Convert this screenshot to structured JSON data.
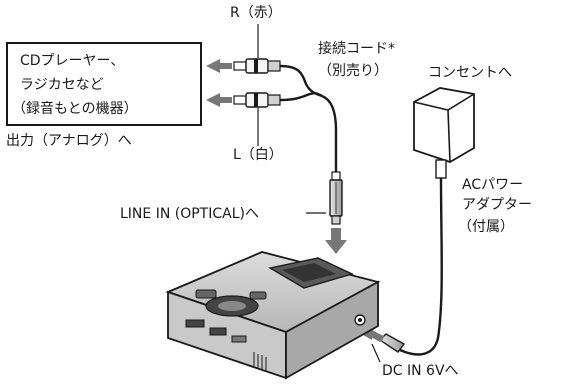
{
  "labels": {
    "r_connector": "R（赤）",
    "l_connector": "L（白）",
    "cord": "接続コード*",
    "cord_note": "（別売り）",
    "outlet": "コンセントへ",
    "adapter_line1": "ACパワー",
    "adapter_line2": "アダプター",
    "adapter_line3": "（付属）",
    "line_in": "LINE IN (OPTICAL)へ",
    "dc_in": "DC IN 6Vへ",
    "output": "出力（アナログ）へ"
  },
  "source_box": {
    "line1": "CDプレーヤー、",
    "line2": "ラジカセなど",
    "line3": "（録音もとの機器）"
  }
}
